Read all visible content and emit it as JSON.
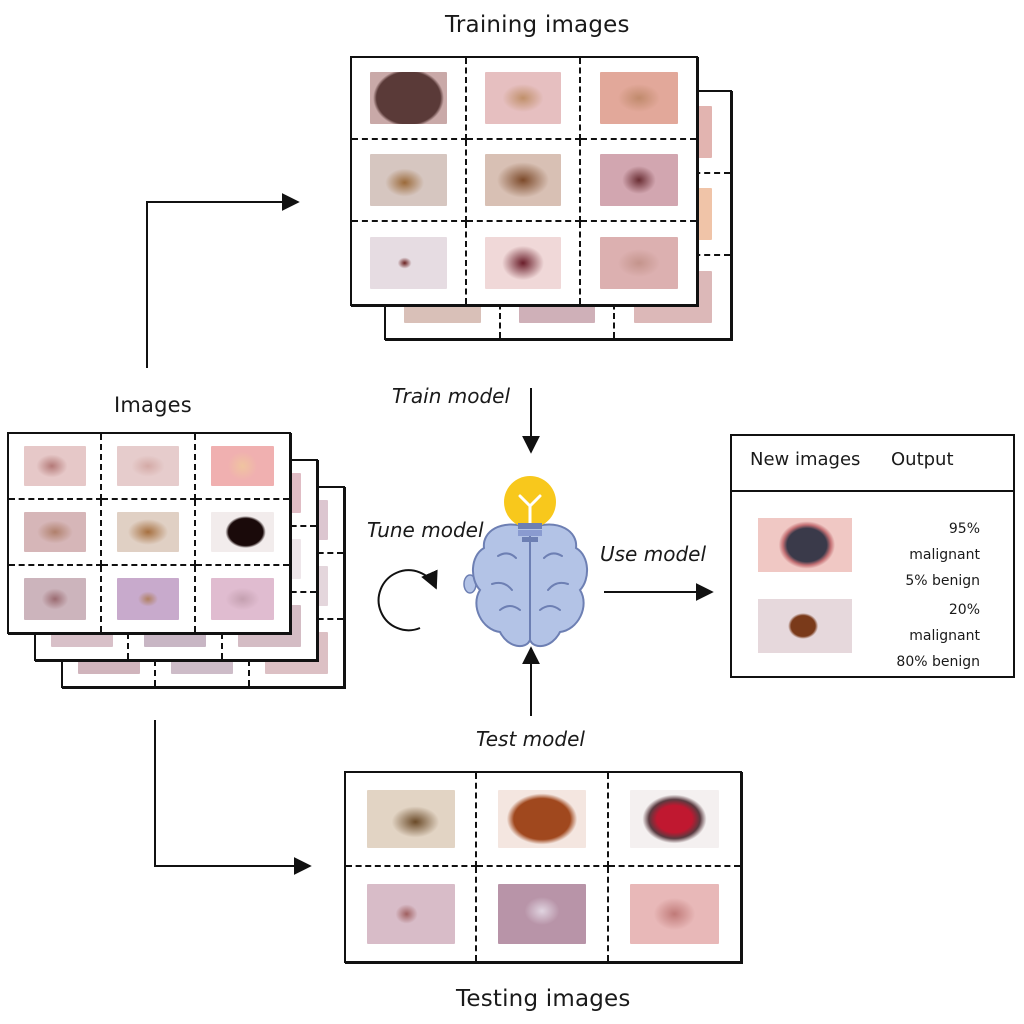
{
  "labels": {
    "training_images": "Training images",
    "images": "Images",
    "testing_images": "Testing images",
    "train_model": "Train model",
    "tune_model": "Tune model",
    "use_model": "Use model",
    "test_model": "Test model"
  },
  "output_panel": {
    "col_new_images": "New images",
    "col_output": "Output",
    "results": [
      {
        "malignant": "95% malignant",
        "benign": "5% benign"
      },
      {
        "malignant": "20% malignant",
        "benign": "80% benign"
      }
    ]
  },
  "icons": [
    "lightbulb-icon",
    "brain-icon",
    "cycle-arrow-icon"
  ],
  "colors": {
    "line": "#111111",
    "brain": "#b3c3e6",
    "brain_outline": "#6d7fb3",
    "bulb": "#f8c81c",
    "skin": "#e8c4c0",
    "lesion": "#6b3a2a"
  }
}
